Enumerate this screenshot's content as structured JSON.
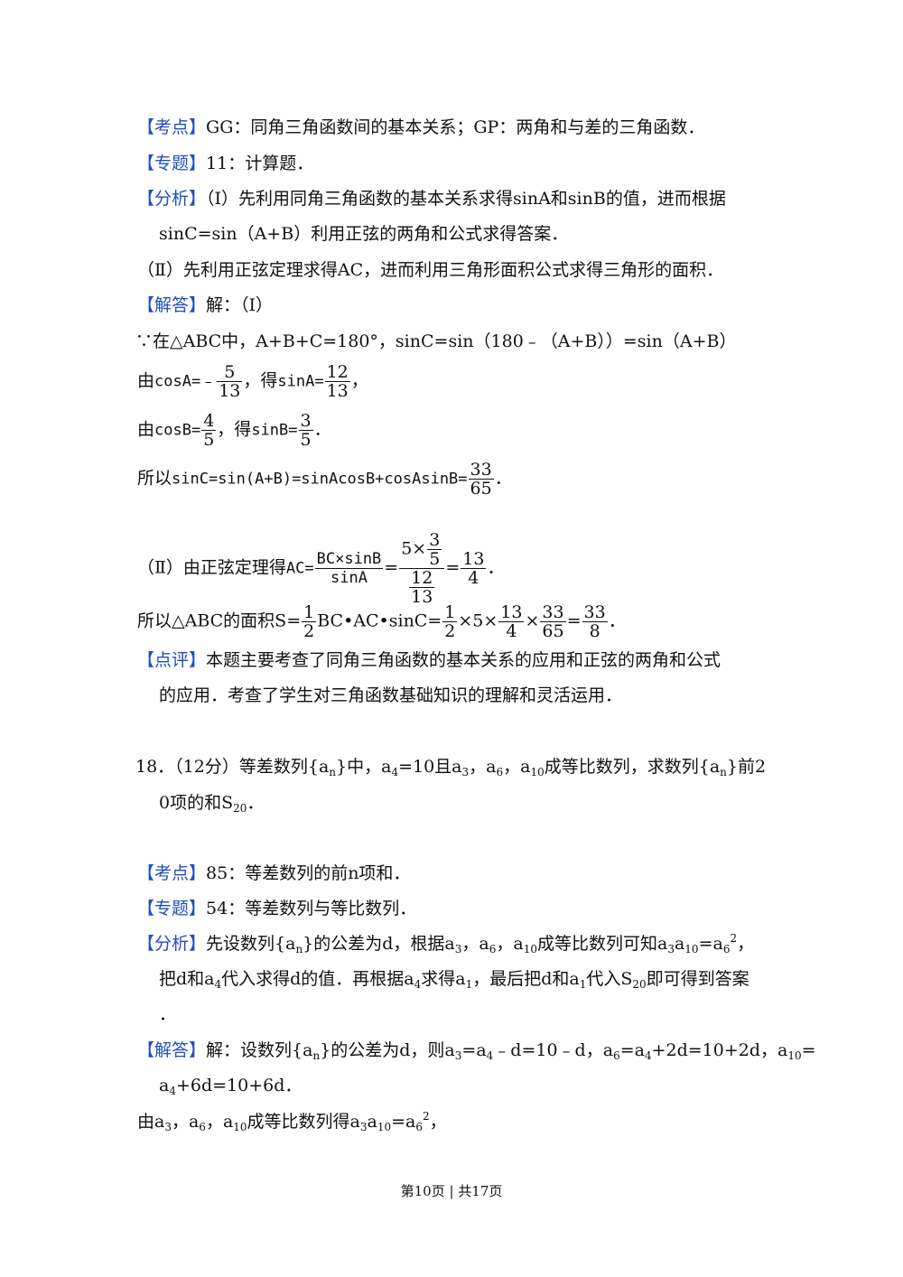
{
  "tags": {
    "kaodian": "【考点】",
    "zhuanti": "【专题】",
    "fenxi": "【分析】",
    "jieda": "【解答】",
    "dianping": "【点评】"
  },
  "q17": {
    "kaodian": "GG：同角三角函数间的基本关系；GP：两角和与差的三角函数．",
    "zhuanti": "11：计算题．",
    "fenxi_1": "（Ⅰ）先利用同角三角函数的基本关系求得sinA和sinB的值，进而根据",
    "fenxi_2": "sinC=sin（A+B）利用正弦的两角和公式求得答案．",
    "fenxi_3": "（Ⅱ）先利用正弦定理求得AC，进而利用三角形面积公式求得三角形的面积．",
    "jieda": "解：（Ⅰ）",
    "line_1": "∵在△ABC中，A+B+C=180°，sinC=sin（180﹣（A+B））=sin（A+B）",
    "line_2_pre": "由",
    "line_2_cos": "cosA=﹣",
    "line_2_mid": "，得",
    "line_2_sin": "sinA=",
    "line_2_end": "，",
    "f_5": "5",
    "f_13": "13",
    "f_12": "12",
    "line_3_pre": "由",
    "line_3_cos": "cosB=",
    "line_3_mid": "，得",
    "line_3_sin": "sinB=",
    "line_3_end": "．",
    "f_4": "4",
    "f_3": "3",
    "line_4_pre": "所以",
    "line_4_expr": "sinC=sin(A+B)=sinAcosB+cosAsinB=",
    "line_4_end": "．",
    "f_33": "33",
    "f_65": "65",
    "line_5_pre": "（Ⅱ）由正弦定理得",
    "line_5_ac": "AC=",
    "line_5_num": "BC×sinB",
    "line_5_den": "sinA",
    "line_5_eq": "=",
    "line_5_inner_num": "5×",
    "line_5_end": "．",
    "line_6_pre": "所以△ABC的面积S=",
    "f_1": "1",
    "f_2": "2",
    "f_8": "8",
    "line_6_mid": "BC•AC•sinC=",
    "line_6_times": "×5×",
    "line_6_times2": "×",
    "line_6_eq": "=",
    "line_6_end": "．",
    "dianping_1": "本题主要考查了同角三角函数的基本关系的应用和正弦的两角和公式",
    "dianping_2": "的应用．考查了学生对三角函数基础知识的理解和灵活运用．"
  },
  "q18": {
    "question_1": "18．（12分）等差数列{a",
    "q_n": "n",
    "question_1b": "}中，a",
    "q_4": "4",
    "question_1c": "=10且a",
    "q_3": "3",
    "question_1d": "，a",
    "q_6": "6",
    "question_1e": "，a",
    "q_10": "10",
    "question_1f": "成等比数列，求数列{a",
    "question_1g": "}前2",
    "question_2": "0项的和S",
    "q_20": "20",
    "question_2end": "．",
    "kaodian": "85：等差数列的前n项和．",
    "zhuanti": "54：等差数列与等比数列．",
    "fenxi_1a": "先设数列{a",
    "fenxi_1b": "}的公差为d，根据a",
    "fenxi_1c": "，a",
    "fenxi_1d": "，a",
    "fenxi_1e": "成等比数列可知a",
    "fenxi_1f": "a",
    "fenxi_1g": "=a",
    "sq": "2",
    "fenxi_1h": "，",
    "fenxi_2a": "把d和a",
    "fenxi_2b": "代入求得d的值．再根据a",
    "fenxi_2c": "求得a",
    "q_1": "1",
    "fenxi_2d": "，最后把d和a",
    "fenxi_2e": "代入S",
    "fenxi_2f": "即可得到答案",
    "fenxi_3": "．",
    "jieda_1a": "解：设数列{a",
    "jieda_1b": "}的公差为d，则a",
    "jieda_1c": "=a",
    "jieda_1d": "﹣d=10﹣d，a",
    "jieda_1e": "=a",
    "jieda_1f": "+2d=10+2d，a",
    "jieda_1g": "=",
    "jieda_2a": "a",
    "jieda_2b": "+6d=10+6d．",
    "line_3a": "由a",
    "line_3b": "，a",
    "line_3c": "，a",
    "line_3d": "成等比数列得a",
    "line_3e": "a",
    "line_3f": "=a",
    "line_3g": "，"
  },
  "footer": "第10页 | 共17页"
}
